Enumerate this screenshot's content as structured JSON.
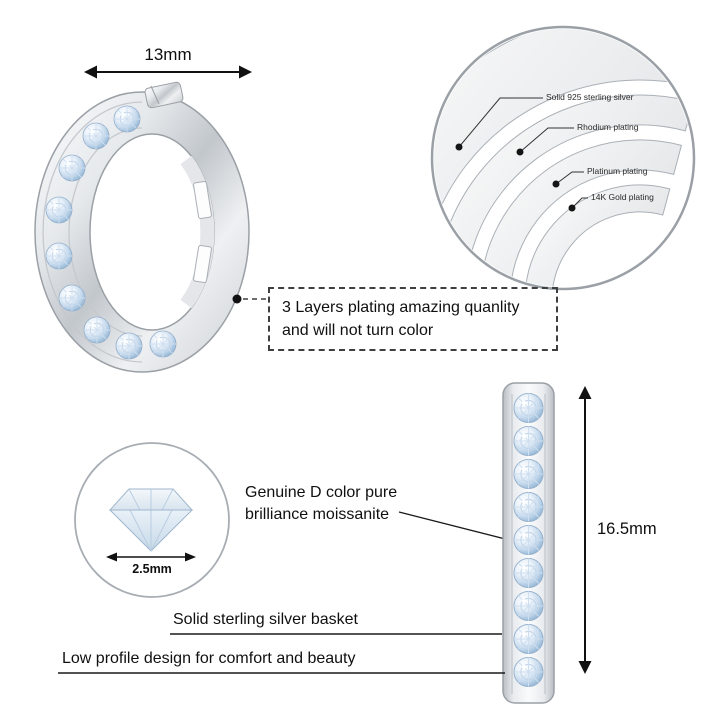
{
  "annotations": {
    "hoop_width": "13mm",
    "side_height": "16.5mm",
    "stone_diameter": "2.5mm",
    "plating_note": {
      "line1": "3 Layers plating amazing quanlity",
      "line2": "and will not turn color"
    },
    "moissanite_note": {
      "line1": "Genuine D color pure",
      "line2": "brilliance moissanite"
    },
    "basket_note": "Solid sterling silver basket",
    "comfort_note": "Low profile design for comfort and beauty"
  },
  "magnifier_labels": [
    "Solid 925 sterling silver",
    "Rhodium plating",
    "Platinum plating",
    "14K Gold plating"
  ],
  "colors": {
    "metal_light": "#fbfcfd",
    "metal_mid": "#c2c7cc",
    "stone_blue": "#a8c6e2",
    "line": "#1a1a1a"
  }
}
